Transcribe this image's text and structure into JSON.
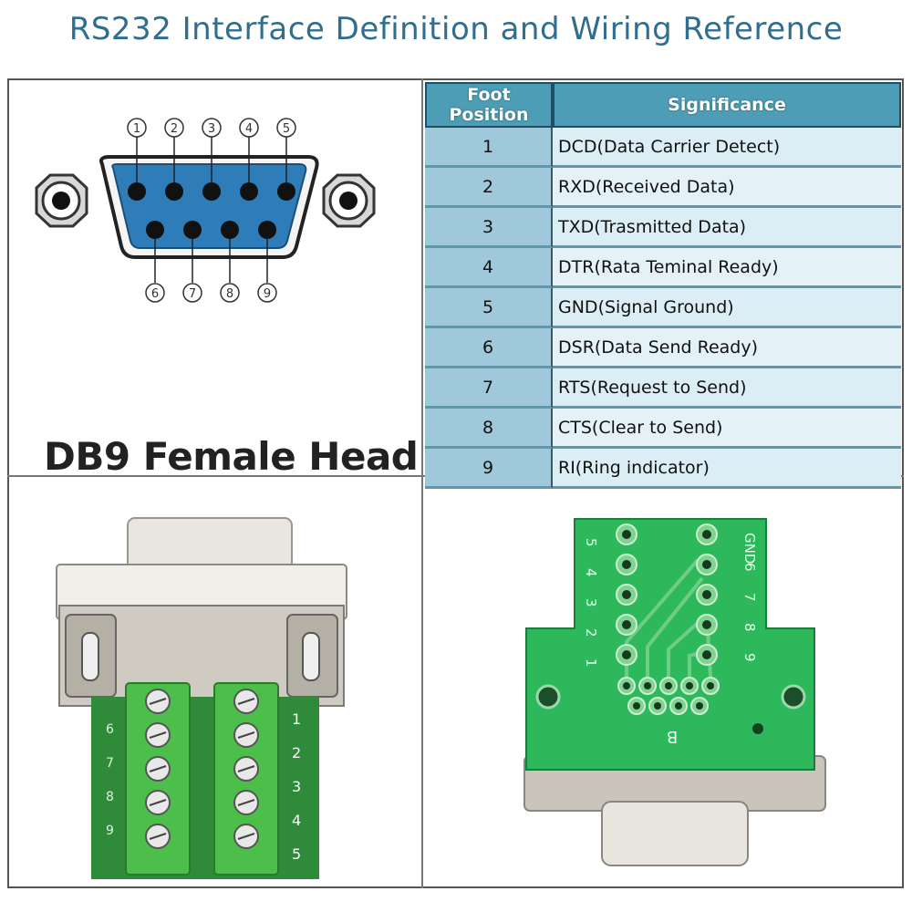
{
  "title": "RS232 Interface Definition and Wiring Reference",
  "diagram": {
    "top_pins": [
      "1",
      "2",
      "3",
      "4",
      "5"
    ],
    "bottom_pins": [
      "6",
      "7",
      "8",
      "9"
    ],
    "caption": "DB9 Female Head",
    "colors": {
      "shell": "#2e7db8",
      "pin": "#111111"
    }
  },
  "table": {
    "headers": [
      "Foot Position",
      "Significance"
    ],
    "rows": [
      {
        "position": "1",
        "signal": "DCD(Data Carrier Detect)"
      },
      {
        "position": "2",
        "signal": "RXD(Received Data)"
      },
      {
        "position": "3",
        "signal": "TXD(Trasmitted Data)"
      },
      {
        "position": "4",
        "signal": "DTR(Rata Teminal Ready)"
      },
      {
        "position": "5",
        "signal": "GND(Signal Ground)"
      },
      {
        "position": "6",
        "signal": "DSR(Data Send Ready)"
      },
      {
        "position": "7",
        "signal": "RTS(Request to Send)"
      },
      {
        "position": "8",
        "signal": "CTS(Clear to Send)"
      },
      {
        "position": "9",
        "signal": "RI(Ring indicator)"
      }
    ],
    "colors": {
      "header": "#4e9db6",
      "position_cell": "#9fc9da",
      "signal_cell": "#dceef5"
    }
  },
  "photos": {
    "left_terminal_numbers": [
      "1",
      "2",
      "3",
      "4",
      "5"
    ],
    "left_side_labels": [
      "6",
      "7",
      "8",
      "9"
    ],
    "right_left_labels": [
      "5",
      "4",
      "3",
      "2",
      "1"
    ],
    "right_right_labels": [
      "GND",
      "6",
      "7",
      "8",
      "9"
    ],
    "right_board_letter": "B"
  }
}
